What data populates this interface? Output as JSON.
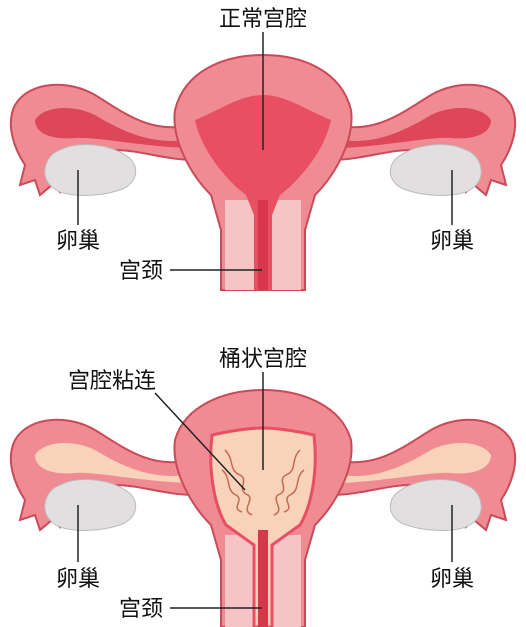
{
  "colors": {
    "outer_tissue": "#f08b93",
    "outer_stroke": "#c94a58",
    "inner_tissue": "#f5a7ae",
    "cavity": "#e84f63",
    "tube_inner": "#d8364b",
    "ovary": "#e2dfe0",
    "cervix_light": "#f7c4c6",
    "adhesion_fill": "#f8d2b9",
    "adhesion_line": "#c56a52",
    "leader": "#222222"
  },
  "diagram_top": {
    "title": "正常宫腔",
    "ovary_left_label": "卵巢",
    "ovary_right_label": "卵巢",
    "cervix_label": "宫颈"
  },
  "diagram_bottom": {
    "title": "桶状宫腔",
    "adhesion_label": "宫腔粘连",
    "ovary_left_label": "卵巢",
    "ovary_right_label": "卵巢",
    "cervix_label": "宫颈"
  }
}
